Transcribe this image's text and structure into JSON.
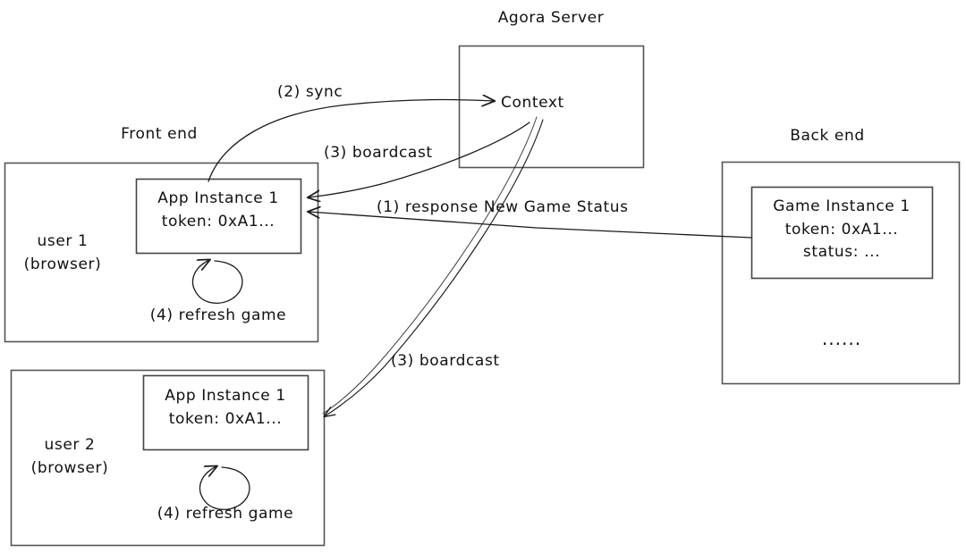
{
  "diagram": {
    "title_agora": "Agora Server",
    "title_front": "Front end",
    "title_back": "Back end",
    "agora": {
      "context_label": "Context"
    },
    "front_end": {
      "users": [
        {
          "name_line1": "user 1",
          "name_line2": "(browser)",
          "app_instance_line1": "App Instance 1",
          "app_instance_line2": "token: 0xA1...",
          "refresh_label": "(4) refresh game"
        },
        {
          "name_line1": "user 2",
          "name_line2": "(browser)",
          "app_instance_line1": "App Instance 1",
          "app_instance_line2": "token: 0xA1...",
          "refresh_label": "(4) refresh game"
        }
      ]
    },
    "back_end": {
      "game_instance_line1": "Game Instance 1",
      "game_instance_line2": "token: 0xA1...",
      "game_instance_line3": "status: ...",
      "more_label": "......"
    },
    "edges": [
      {
        "id": "sync",
        "label": "(2) sync"
      },
      {
        "id": "boardcast-user1",
        "label": "(3) boardcast"
      },
      {
        "id": "response",
        "label": "(1) response New Game Status"
      },
      {
        "id": "boardcast-user2",
        "label": "(3) boardcast"
      }
    ],
    "colors": {
      "stroke": "#1a1a1a",
      "box_stroke": "#555555",
      "text": "#111111",
      "background": "#ffffff"
    }
  }
}
